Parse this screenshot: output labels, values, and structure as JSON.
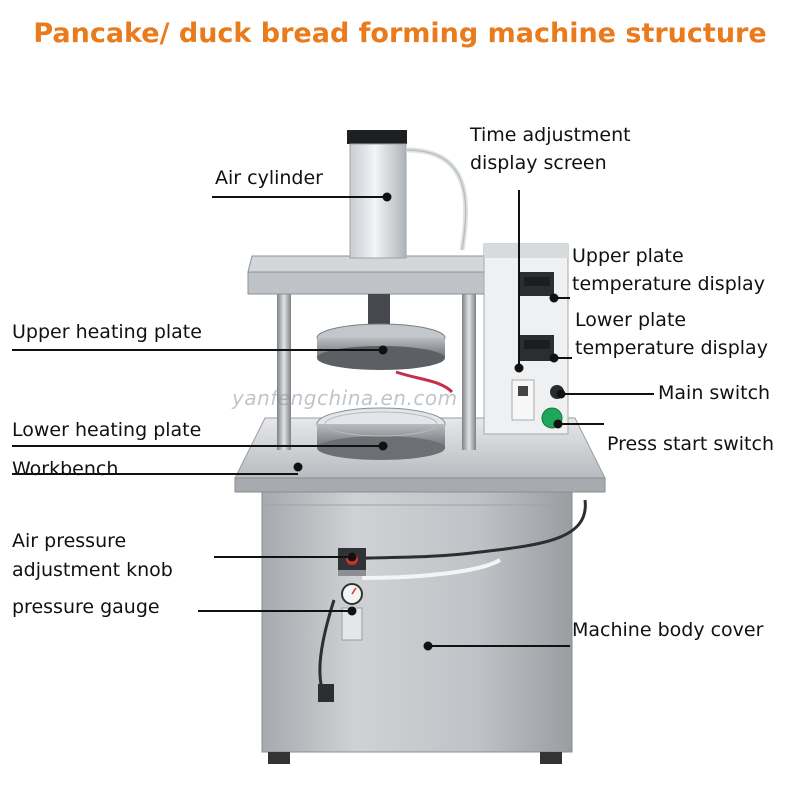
{
  "title": "Pancake/ duck bread forming machine structure",
  "watermark": "yanfengchina.en.com",
  "labels": {
    "air_cylinder": "Air cylinder",
    "time_adjustment": [
      "Time adjustment",
      "display screen"
    ],
    "upper_plate_temp": [
      "Upper plate",
      "temperature display"
    ],
    "lower_plate_temp": [
      "Lower plate",
      "temperature display"
    ],
    "upper_heating_plate": "Upper heating plate",
    "main_switch": "Main switch",
    "lower_heating_plate": "Lower heating plate",
    "press_start_switch": "Press start switch",
    "workbench": "Workbench",
    "air_pressure_knob": [
      "Air pressure",
      "adjustment knob"
    ],
    "pressure_gauge": "pressure gauge",
    "machine_body_cover": "Machine body cover"
  },
  "colors": {
    "title": "#e97b1c",
    "steel_light": "#d7d9db",
    "steel_dark": "#8c8f93",
    "start_button": "#1fa65a"
  }
}
